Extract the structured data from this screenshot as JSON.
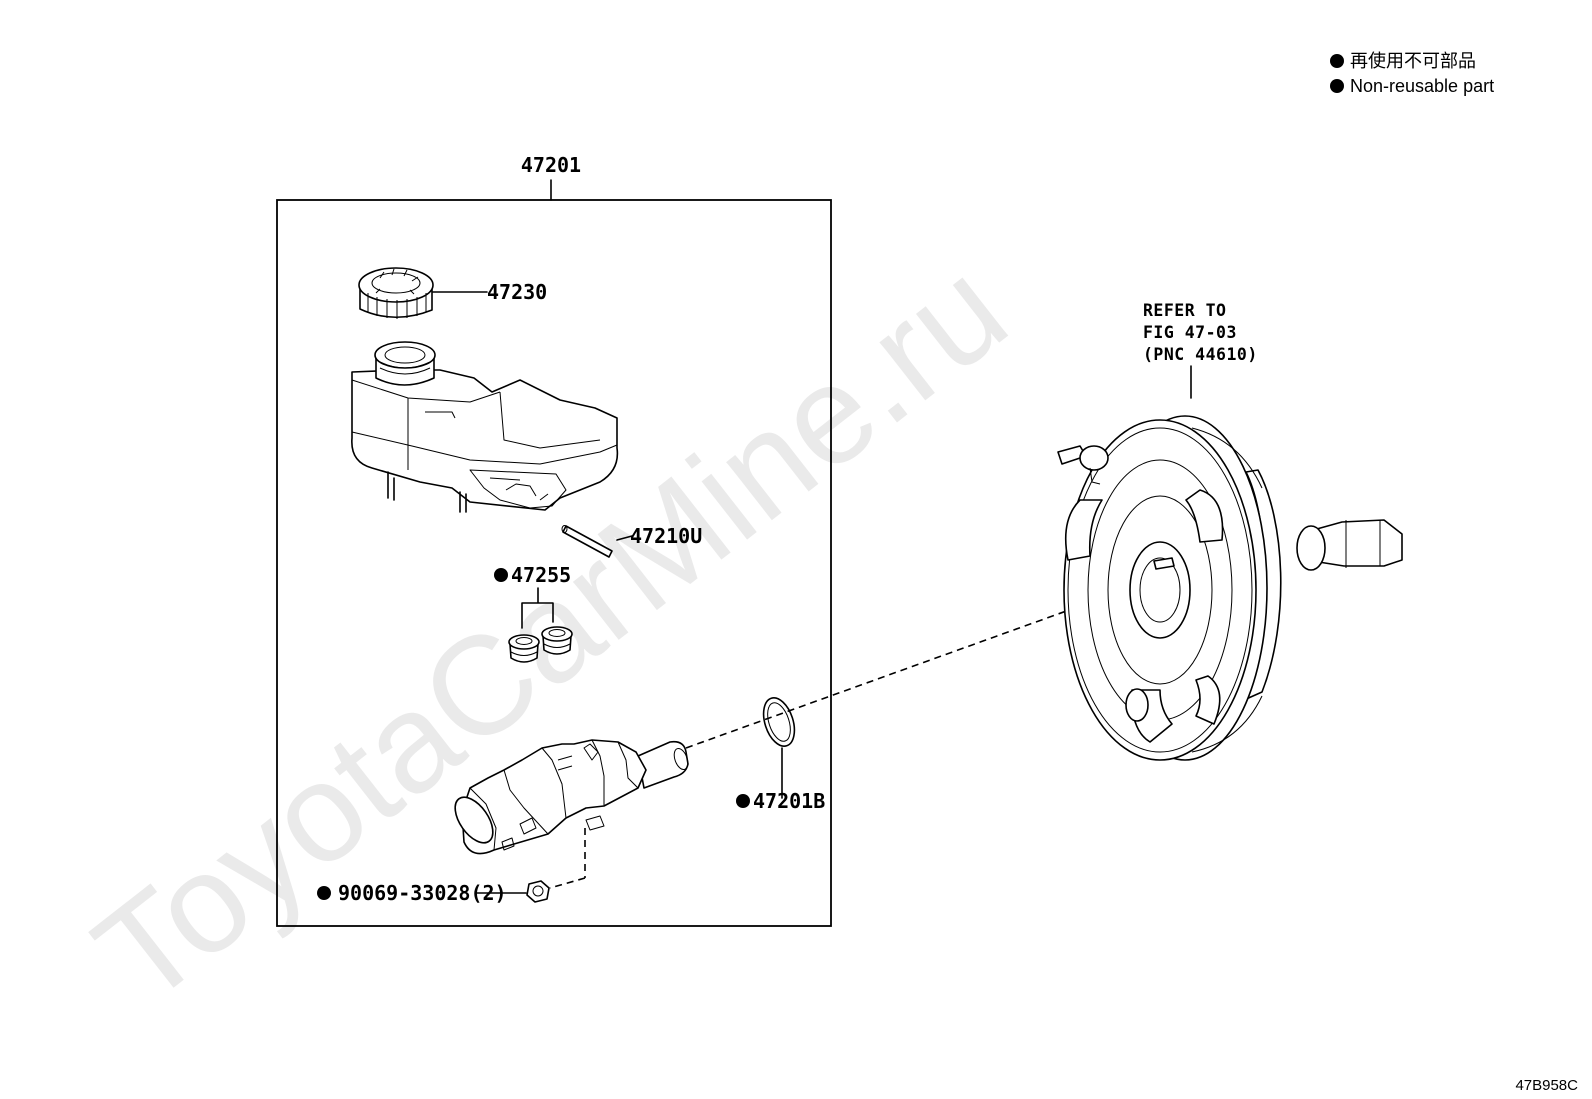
{
  "watermark": "ToyotaCarMine.ru",
  "legend": {
    "line_jp": "再使用不可部品",
    "line_en": "Non-reusable part"
  },
  "diagram_code": "47B958C",
  "assembly_label": "47201",
  "parts": {
    "cap": "47230",
    "pin": "47210U",
    "grommet": "47255",
    "oring": "47201B",
    "nut": "90069-33028(2)"
  },
  "refer": {
    "line1": "REFER TO",
    "line2": "FIG 47-03",
    "line3": "(PNC 44610)"
  }
}
